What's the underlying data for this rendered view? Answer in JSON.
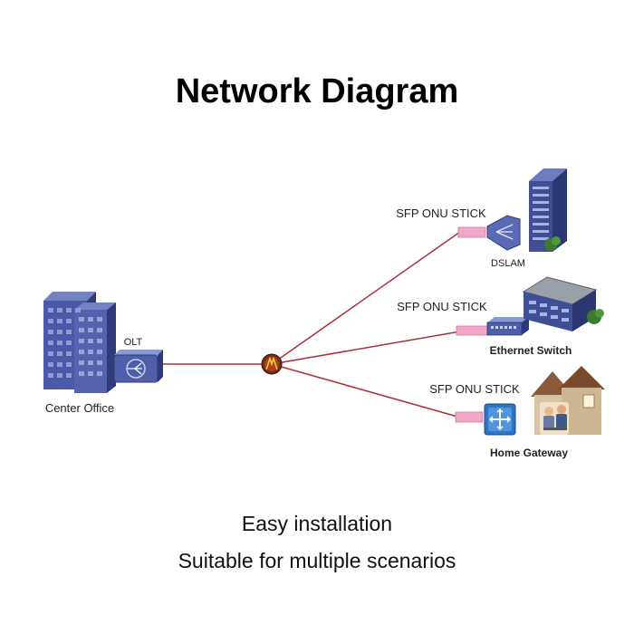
{
  "title": "Network Diagram",
  "captions": [
    "Easy installation",
    "Suitable for multiple scenarios"
  ],
  "nodes": {
    "center_office": "Center Office",
    "olt": "OLT",
    "dslam": "DSLAM",
    "ethernet_switch": "Ethernet Switch",
    "home_gateway": "Home Gateway"
  },
  "links": [
    {
      "label": "SFP ONU STICK",
      "target": "DSLAM"
    },
    {
      "label": "SFP ONU STICK",
      "target": "Ethernet Switch"
    },
    {
      "label": "SFP ONU STICK",
      "target": "Home Gateway"
    }
  ],
  "colors": {
    "fiber_line": "#a8323a",
    "equipment_blue": "#4a5a9c",
    "sfp_stick": "#f2a6c8",
    "building_blue": "#3f4f96"
  }
}
